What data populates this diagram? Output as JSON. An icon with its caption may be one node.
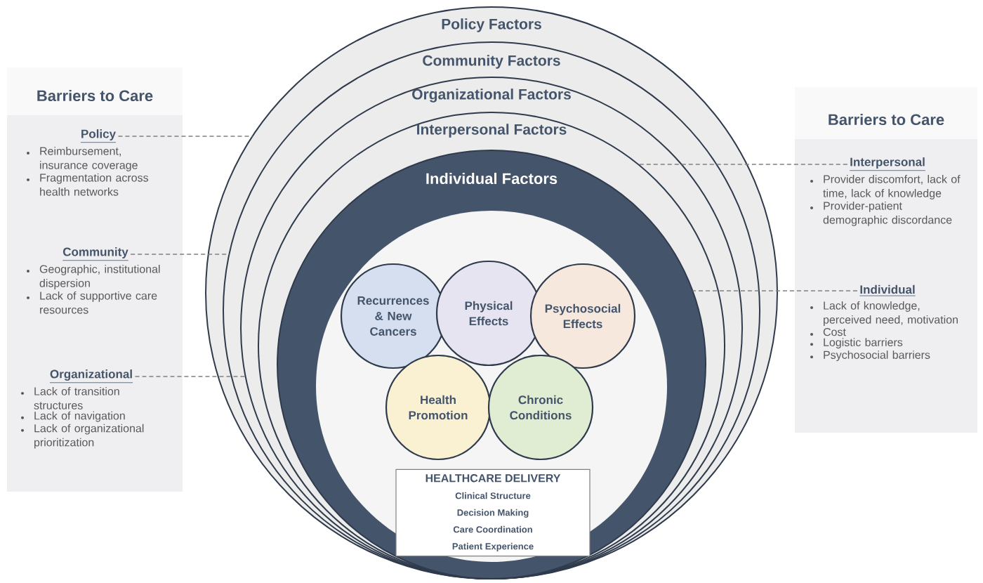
{
  "diagram": {
    "nodes": [
      {
        "text": [
          "Barriers to Care"
        ]
      },
      {
        "text": [
          "Policy"
        ],
        "in": 0,
        "beside": [
          "Reimbursement, insurance coverage",
          "Fragmentation across health networks"
        ]
      },
      {
        "text": [
          "Community"
        ],
        "in": 0,
        "beside": [
          "Geographic, institutional dispersion",
          "Lack of supportive care resources"
        ]
      },
      {
        "text": [
          "Organizational"
        ],
        "in": 0,
        "beside": [
          "Lack of transition structures",
          "Lack of navigation",
          "Lack of organizational prioritization"
        ]
      },
      {
        "text": [
          "Barriers to Care"
        ]
      },
      {
        "text": [
          "Interpersonal"
        ],
        "in": 4,
        "beside": [
          "Provider discomfort, lack of time, lack of knowledge",
          "Provider-patient demographic discordance"
        ]
      },
      {
        "text": [
          "Individual"
        ],
        "in": 4,
        "beside": [
          "Lack of knowledge, perceived need, motivation",
          "Cost",
          "Logistic barriers",
          "Psychosocial barriers"
        ]
      },
      {
        "text": [
          "Policy Factors"
        ]
      },
      {
        "text": [
          "Community Factors"
        ],
        "in": 7
      },
      {
        "text": [
          "Organizational Factors"
        ],
        "in": 8
      },
      {
        "text": [
          "Interpersonal Factors"
        ],
        "in": 9
      },
      {
        "text": [
          "Individual Factors"
        ],
        "in": 10
      },
      {
        "text": [
          "Recurrences & New Cancers"
        ],
        "in": 11
      },
      {
        "text": [
          "Physical Effects"
        ],
        "in": 11
      },
      {
        "text": [
          "Psychosocial Effects"
        ],
        "in": 11
      },
      {
        "text": [
          "Health Promotion"
        ],
        "in": 11
      },
      {
        "text": [
          "Chronic Conditions"
        ],
        "in": 11
      },
      {
        "text": [
          "HEALTHCARE DELIVERY",
          "Clinical Structure",
          "Decision Making",
          "Care Coordination",
          "Patient Experience"
        ],
        "in": 11
      }
    ],
    "edges": [
      {
        "from": 1,
        "to": 7,
        "arrow": "none",
        "style": "dashed"
      },
      {
        "from": 2,
        "to": 8,
        "arrow": "none",
        "style": "dashed"
      },
      {
        "from": 3,
        "to": 9,
        "arrow": "none",
        "style": "dashed"
      },
      {
        "from": 5,
        "to": 10,
        "arrow": "none",
        "style": "dashed"
      },
      {
        "from": 6,
        "to": 11,
        "arrow": "none",
        "style": "dashed"
      }
    ]
  }
}
